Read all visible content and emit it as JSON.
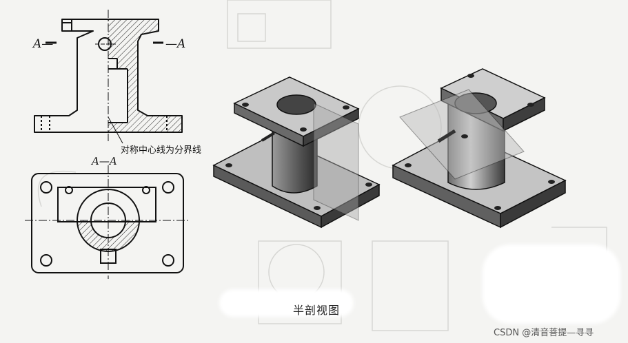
{
  "labels": {
    "section_left": "A—",
    "section_right": "—A",
    "section_title": "A—A",
    "note": "对称中心线为分界线",
    "caption": "半剖视图",
    "watermark": "CSDN @清音菩提—寻寻"
  }
}
